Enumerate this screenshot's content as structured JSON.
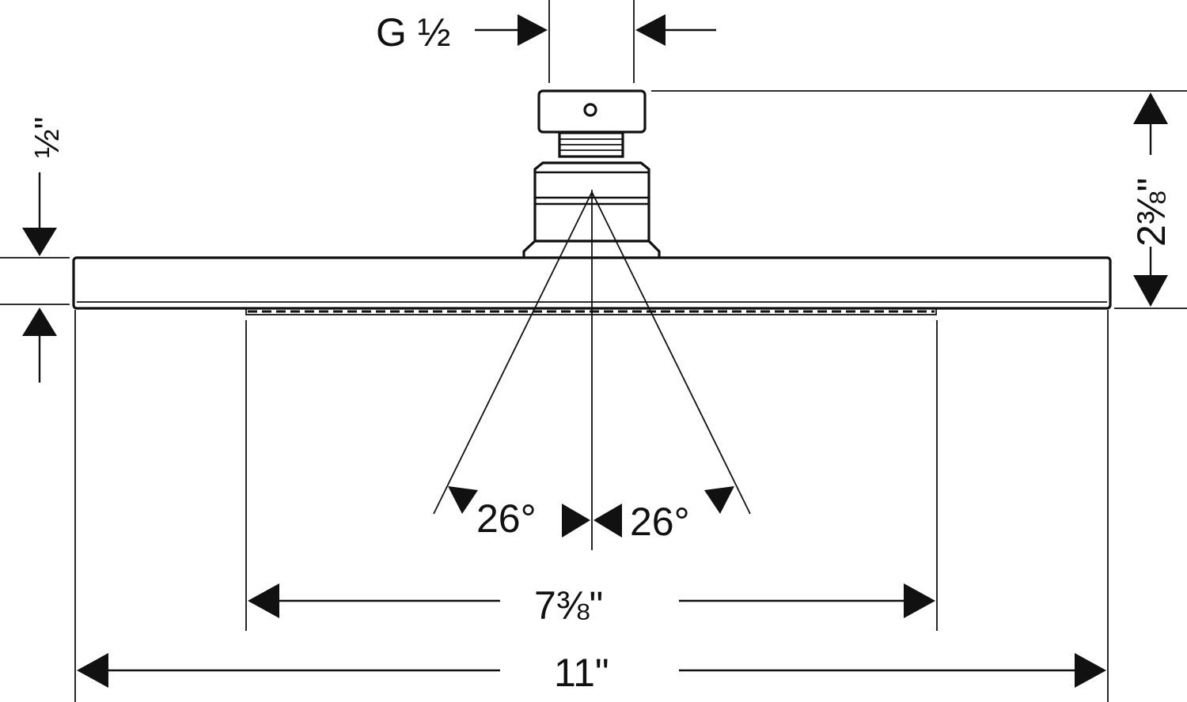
{
  "labels": {
    "thread": "G ½",
    "plate_thickness": "½\"",
    "overall_height": "2⅜\"",
    "spray_angle_left": "26°",
    "spray_angle_right": "26°",
    "spray_face_width": "7⅜\"",
    "overall_width": "11\""
  }
}
